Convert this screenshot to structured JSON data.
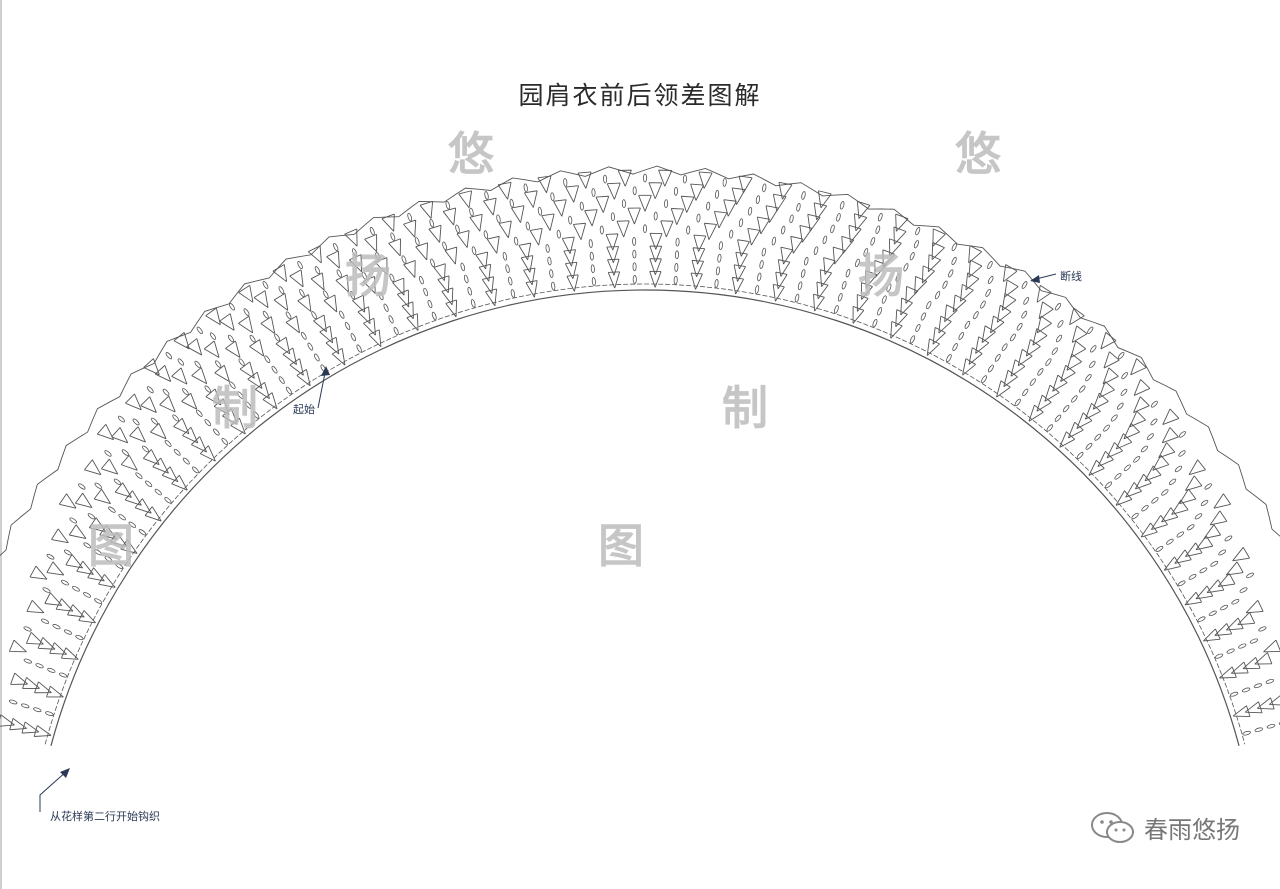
{
  "title": "园肩衣前后领差图解",
  "labels": {
    "start": "起始",
    "break": "断线",
    "begin_row": "从花样第二行开始钩织"
  },
  "watermark": {
    "chars": [
      "悠",
      "悠",
      "扬",
      "扬",
      "制",
      "制",
      "图",
      "图"
    ]
  },
  "brand": {
    "icon": "wechat-icon",
    "name": "春雨悠扬"
  },
  "colors": {
    "line": "#555555",
    "watermark": "#bdbdbd",
    "label": "#2a3a55"
  }
}
